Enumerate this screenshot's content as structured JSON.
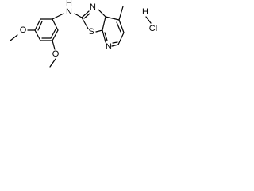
{
  "molecule": {
    "atoms": {
      "nh": "N",
      "h": "H",
      "o_top": "O",
      "o_bottom": "O",
      "s": "S",
      "n_thiazole": "N",
      "n_pyridine": "N",
      "hcl_h": "H",
      "hcl_cl": "Cl"
    }
  }
}
